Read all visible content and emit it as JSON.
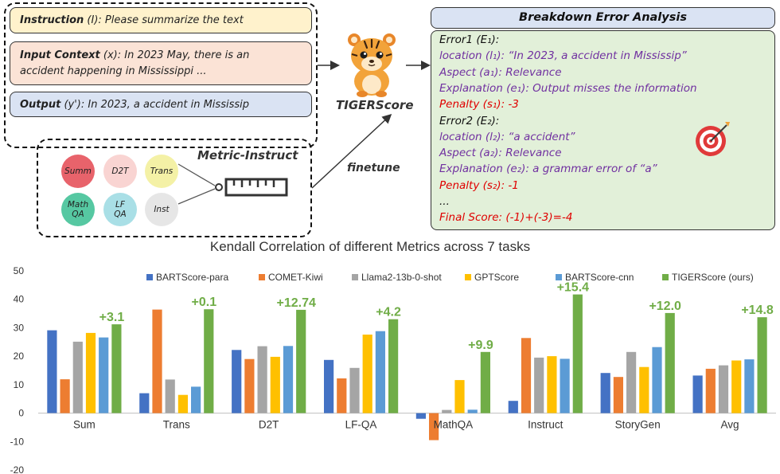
{
  "diagram": {
    "instruction": {
      "label": "Instruction",
      "var": "(I):",
      "text": " Please summarize the text"
    },
    "input_context": {
      "label": "Input Context",
      "var": "(x):",
      "text1": " In 2023 May, there is an",
      "text2": "accident happening in Mississippi ..."
    },
    "output": {
      "label": "Output",
      "var": "(y'):",
      "text": " In 2023, a accident in Mississip"
    },
    "tiger_label": "TIGERScore",
    "finetune_label": "finetune",
    "metric_instruct_label": "Metric-Instruct",
    "tasks": [
      {
        "l1": "Summ",
        "l2": "",
        "color": "#e8636b"
      },
      {
        "l1": "D2T",
        "l2": "",
        "color": "#f9d4d2"
      },
      {
        "l1": "Trans",
        "l2": "",
        "color": "#f4f1a6"
      },
      {
        "l1": "Math",
        "l2": "QA",
        "color": "#56c8a2"
      },
      {
        "l1": "LF",
        "l2": "QA",
        "color": "#a9dfe6"
      },
      {
        "l1": "Inst",
        "l2": "",
        "color": "#e6e6e6"
      }
    ],
    "analysis": {
      "title": "Breakdown Error Analysis",
      "lines": [
        {
          "text": "Error1 (E₁):",
          "style": "blk"
        },
        {
          "text": "location (l₁): “In 2023, a accident in Mississip”",
          "style": "purple"
        },
        {
          "text": "Aspect (a₁): Relevance",
          "style": "purple"
        },
        {
          "text": "Explanation (e₁): Output misses the information",
          "style": "purple"
        },
        {
          "text": "Penalty (s₁): -3",
          "style": "red"
        },
        {
          "text": "Error2 (E₂):",
          "style": "blk"
        },
        {
          "text": "location (l₂): “a accident”",
          "style": "purple"
        },
        {
          "text": "Aspect (a₂): Relevance",
          "style": "purple"
        },
        {
          "text": "Explanation (e₂): a grammar error of “a”",
          "style": "purple"
        },
        {
          "text": "Penalty (s₂): -1",
          "style": "red"
        },
        {
          "text": "...",
          "style": "blk"
        },
        {
          "text": "Final Score: (-1)+(-3)=-4",
          "style": "red"
        }
      ]
    }
  },
  "chart_data": {
    "type": "bar",
    "title": "Kendall Correlation of different Metrics across 7 tasks",
    "xlabel": "",
    "ylabel": "",
    "ylim": [
      -20,
      50
    ],
    "yticks": [
      -20,
      -10,
      0,
      10,
      20,
      30,
      40,
      50
    ],
    "categories": [
      "Sum",
      "Trans",
      "D2T",
      "LF-QA",
      "MathQA",
      "Instruct",
      "StoryGen",
      "Avg"
    ],
    "series": [
      {
        "name": "BARTScore-para",
        "color": "#4472c4",
        "values": [
          29.1,
          7.0,
          22.2,
          18.7,
          -2.0,
          4.3,
          14.1,
          13.2
        ]
      },
      {
        "name": "COMET-Kiwi",
        "color": "#ed7d31",
        "values": [
          11.9,
          36.4,
          19.0,
          12.2,
          -9.5,
          26.4,
          12.7,
          15.6
        ]
      },
      {
        "name": "Llama2-13b-0-shot",
        "color": "#a5a5a5",
        "values": [
          25.1,
          11.8,
          23.5,
          15.9,
          1.1,
          19.5,
          21.5,
          16.8
        ]
      },
      {
        "name": "GPTScore",
        "color": "#ffc000",
        "values": [
          28.2,
          6.4,
          19.8,
          27.6,
          11.6,
          20.0,
          16.2,
          18.5
        ]
      },
      {
        "name": "BARTScore-cnn",
        "color": "#5b9bd5",
        "values": [
          26.6,
          9.3,
          23.6,
          28.8,
          1.2,
          19.1,
          23.2,
          18.9
        ]
      },
      {
        "name": "TIGERScore (ours)",
        "color": "#70ad47",
        "values": [
          31.2,
          36.5,
          36.3,
          33.0,
          21.5,
          41.7,
          35.2,
          33.7
        ]
      }
    ],
    "improvements": [
      "+3.1",
      "+0.1",
      "+12.74",
      "+4.2",
      "+9.9",
      "+15.4",
      "+12.0",
      "+14.8"
    ],
    "improvement_color": "#70ad47",
    "legend_position": "top",
    "grid": false
  }
}
